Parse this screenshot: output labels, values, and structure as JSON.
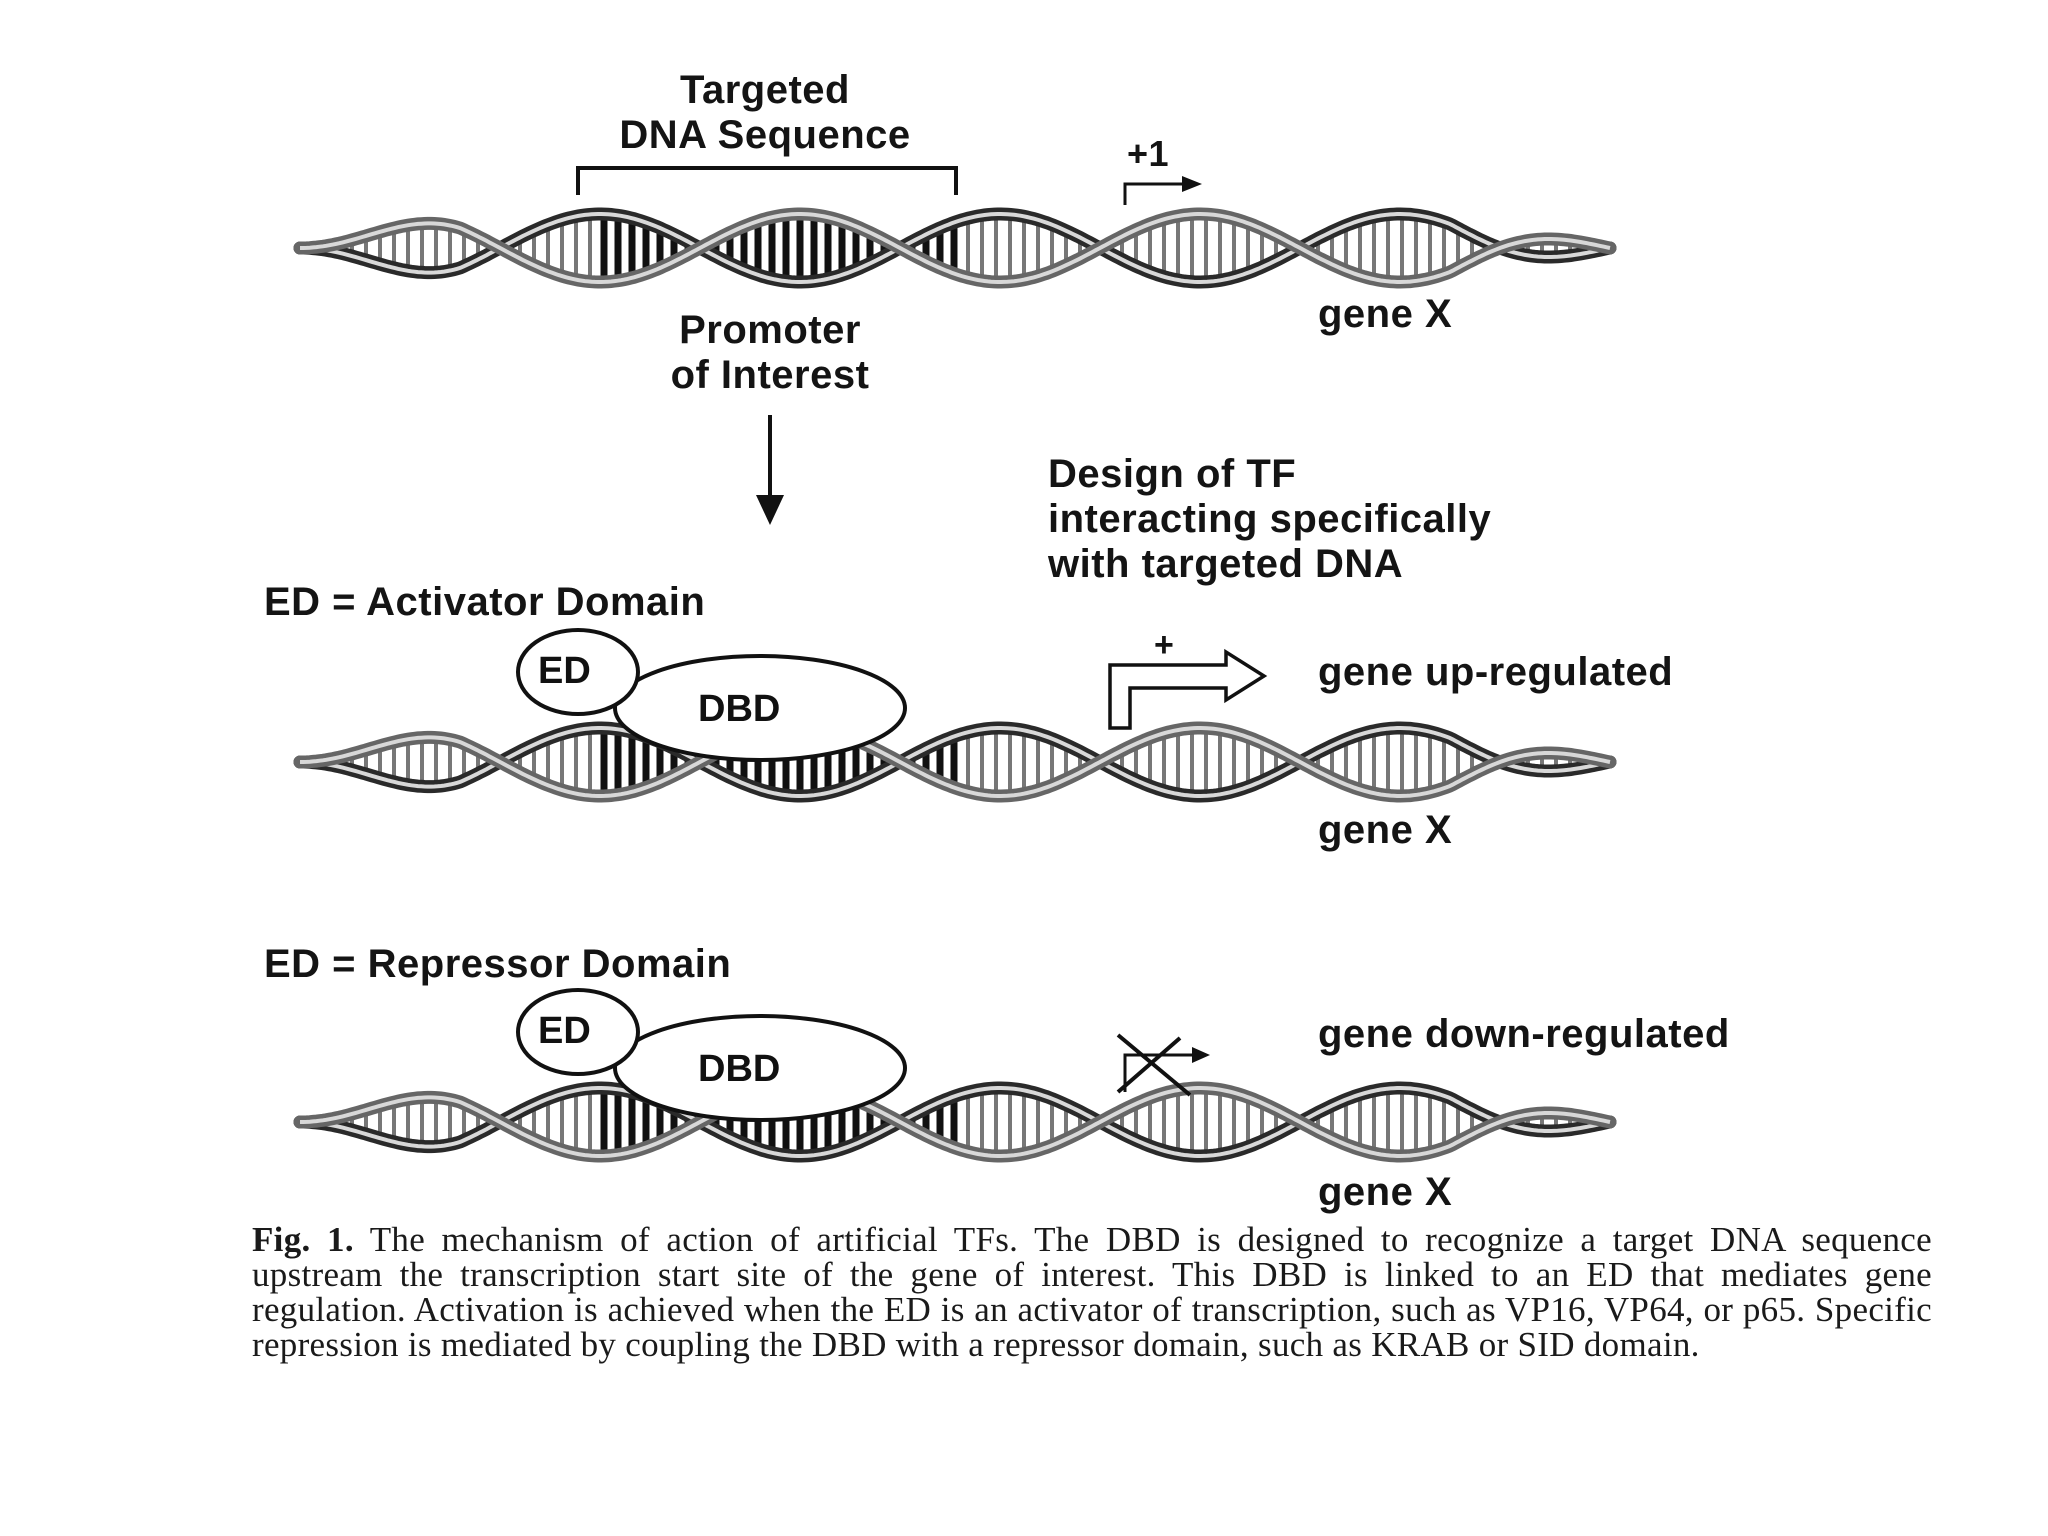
{
  "top": {
    "targeted_label": "Targeted\nDNA Sequence",
    "tss_label": "+1",
    "promoter_label": "Promoter\nof Interest",
    "gene_label": "gene X"
  },
  "design_label": "Design of TF\ninteracting specifically\nwith targeted DNA",
  "activator": {
    "title": "ED = Activator Domain",
    "ed": "ED",
    "dbd": "DBD",
    "plus": "+",
    "result": "gene up-regulated",
    "gene_label": "gene X"
  },
  "repressor": {
    "title": "ED = Repressor Domain",
    "ed": "ED",
    "dbd": "DBD",
    "result": "gene down-regulated",
    "gene_label": "gene X"
  },
  "caption": {
    "fig": "Fig. 1.",
    "text": "The mechanism of action of artificial TFs. The DBD is designed to recognize a target DNA sequence upstream the transcription start site of the gene of interest. This DBD is linked to an ED that mediates gene regulation. Activation is achieved when the ED is an activator of transcription, such as VP16, VP64, or p65. Specific repression is mediated by coupling the DBD with a repressor domain, such as KRAB or SID domain."
  }
}
